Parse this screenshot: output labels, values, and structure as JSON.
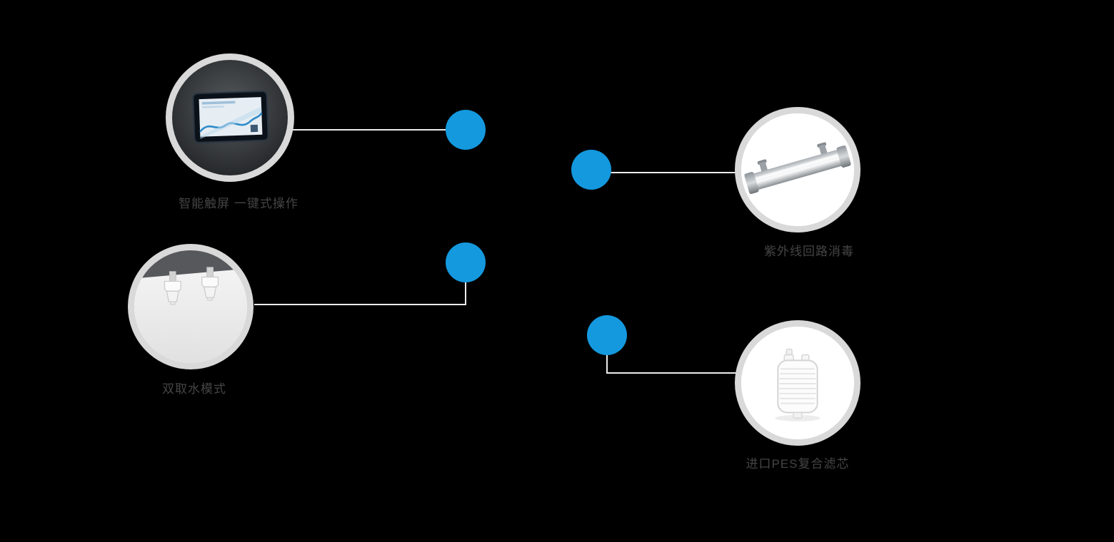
{
  "colors": {
    "bg": "#000000",
    "accent_blue": "#1499df",
    "ring": "#d9d9d9",
    "connector": "#ececec",
    "label": "#454545"
  },
  "features": {
    "touchscreen": {
      "label": "智能触屏 一键式操作",
      "image": "touchscreen-display-photo"
    },
    "uv": {
      "label": "紫外线回路消毒",
      "image": "uv-sterilizer-tube-photo"
    },
    "dual_water": {
      "label": "双取水模式",
      "image": "dual-water-dispenser-photo"
    },
    "pes_filter": {
      "label": "进口PES复合滤芯",
      "image": "pes-filter-capsule-photo"
    }
  }
}
